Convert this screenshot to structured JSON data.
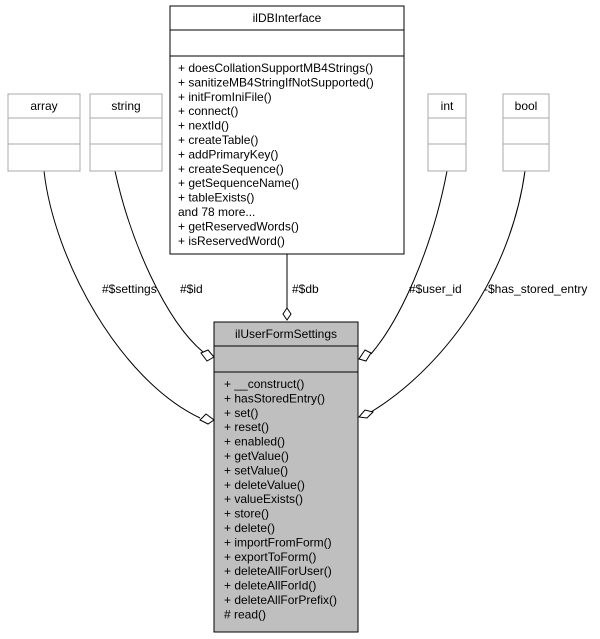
{
  "colors": {
    "line": "#000000",
    "primitive_border": "#a8a8a8",
    "main_class_fill": "#bfbfbf",
    "background": "#ffffff"
  },
  "classes": {
    "array": {
      "name": "array"
    },
    "string": {
      "name": "string"
    },
    "int": {
      "name": "int"
    },
    "bool": {
      "name": "bool"
    },
    "db_interface": {
      "name": "ilDBInterface",
      "methods": [
        "+ doesCollationSupportMB4Strings()",
        "+ sanitizeMB4StringIfNotSupported()",
        "+ initFromIniFile()",
        "+ connect()",
        "+ nextId()",
        "+ createTable()",
        "+ addPrimaryKey()",
        "+ createSequence()",
        "+ getSequenceName()",
        "+ tableExists()",
        "and 78 more...",
        "+ getReservedWords()",
        "+ isReservedWord()"
      ]
    },
    "main": {
      "name": "ilUserFormSettings",
      "methods": [
        "+ __construct()",
        "+ hasStoredEntry()",
        "+ set()",
        "+ reset()",
        "+ enabled()",
        "+ getValue()",
        "+ setValue()",
        "+ deleteValue()",
        "+ valueExists()",
        "+ store()",
        "+ delete()",
        "+ importFromForm()",
        "+ exportToForm()",
        "+ deleteAllForUser()",
        "+ deleteAllForId()",
        "+ deleteAllForPrefix()",
        "# read()"
      ]
    }
  },
  "edges": {
    "settings": "#$settings",
    "id": "#$id",
    "db": "#$db",
    "user_id": "#$user_id",
    "has_stored_entry": "-$has_stored_entry"
  }
}
